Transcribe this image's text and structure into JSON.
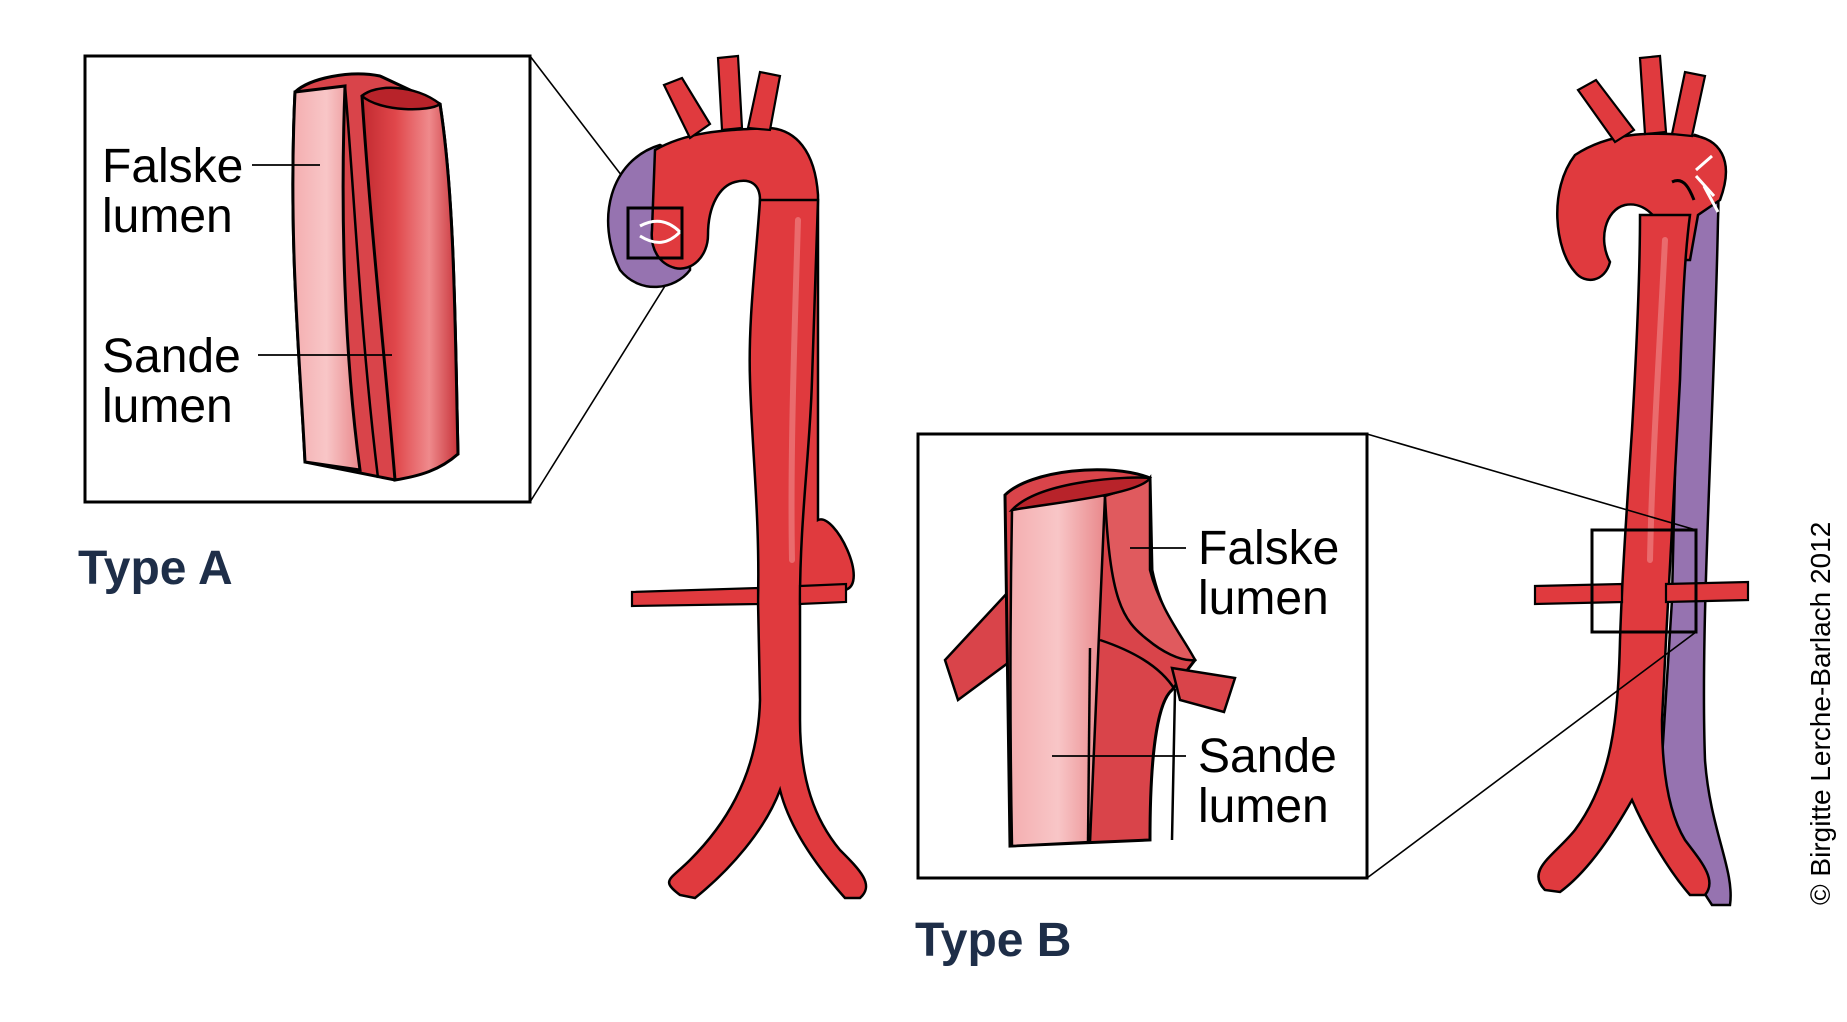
{
  "type_a": {
    "title": "Type A",
    "false_lumen": [
      "Falske",
      "lumen"
    ],
    "true_lumen": [
      "Sande",
      "lumen"
    ]
  },
  "type_b": {
    "title": "Type B",
    "false_lumen": [
      "Falske",
      "lumen"
    ],
    "true_lumen": [
      "Sande",
      "lumen"
    ]
  },
  "copyright": "© Birgitte Lerche-Barlach 2012",
  "colors": {
    "artery": "#e03a3e",
    "artery_light": "#ee7e80",
    "artery_dark": "#b8232a",
    "false_lumen": "#9673b0",
    "title": "#1e2e48",
    "outline": "#000000"
  }
}
